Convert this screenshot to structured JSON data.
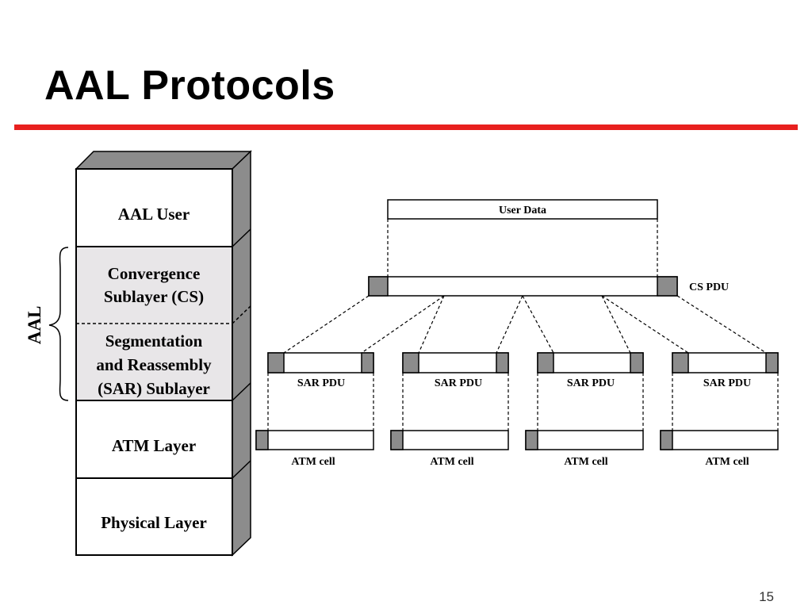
{
  "slide": {
    "title": "AAL Protocols",
    "page_number": "15"
  },
  "colors": {
    "accent_rule": "#e8201e",
    "header_fill": "#8c8c8c",
    "aal_band_fill": "#e8e6e8",
    "stack_side": "#8c8c8c"
  },
  "stack": {
    "layers": [
      {
        "lines": [
          "AAL User"
        ]
      },
      {
        "lines": [
          "Convergence",
          "Sublayer (CS)"
        ]
      },
      {
        "lines": [
          "Segmentation",
          "and Reassembly",
          "(SAR) Sublayer"
        ]
      },
      {
        "lines": [
          "ATM Layer"
        ]
      },
      {
        "lines": [
          "Physical Layer"
        ]
      }
    ],
    "bracket_label": "AAL"
  },
  "pdu": {
    "user_data_label": "User Data",
    "cs_pdu_label": "CS PDU",
    "sar_pdus": [
      "SAR PDU",
      "SAR PDU",
      "SAR PDU",
      "SAR PDU"
    ],
    "atm_cells": [
      "ATM cell",
      "ATM cell",
      "ATM cell",
      "ATM cell"
    ]
  }
}
